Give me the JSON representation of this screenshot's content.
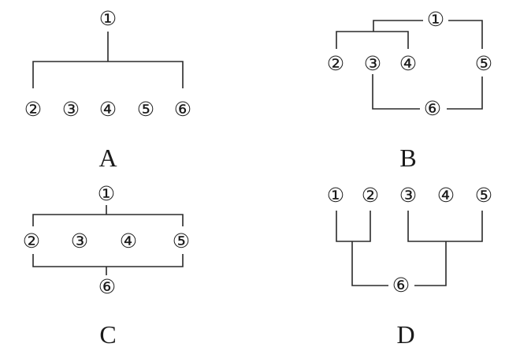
{
  "diagrams": [
    {
      "label": "A",
      "nodes": [
        "①",
        "②",
        "③",
        "④",
        "⑤",
        "⑥"
      ]
    },
    {
      "label": "B",
      "nodes": [
        "①",
        "②",
        "③",
        "④",
        "⑤",
        "⑥"
      ]
    },
    {
      "label": "C",
      "nodes": [
        "①",
        "②",
        "③",
        "④",
        "⑤",
        "⑥"
      ]
    },
    {
      "label": "D",
      "nodes": [
        "①",
        "②",
        "③",
        "④",
        "⑤",
        "⑥"
      ]
    }
  ]
}
